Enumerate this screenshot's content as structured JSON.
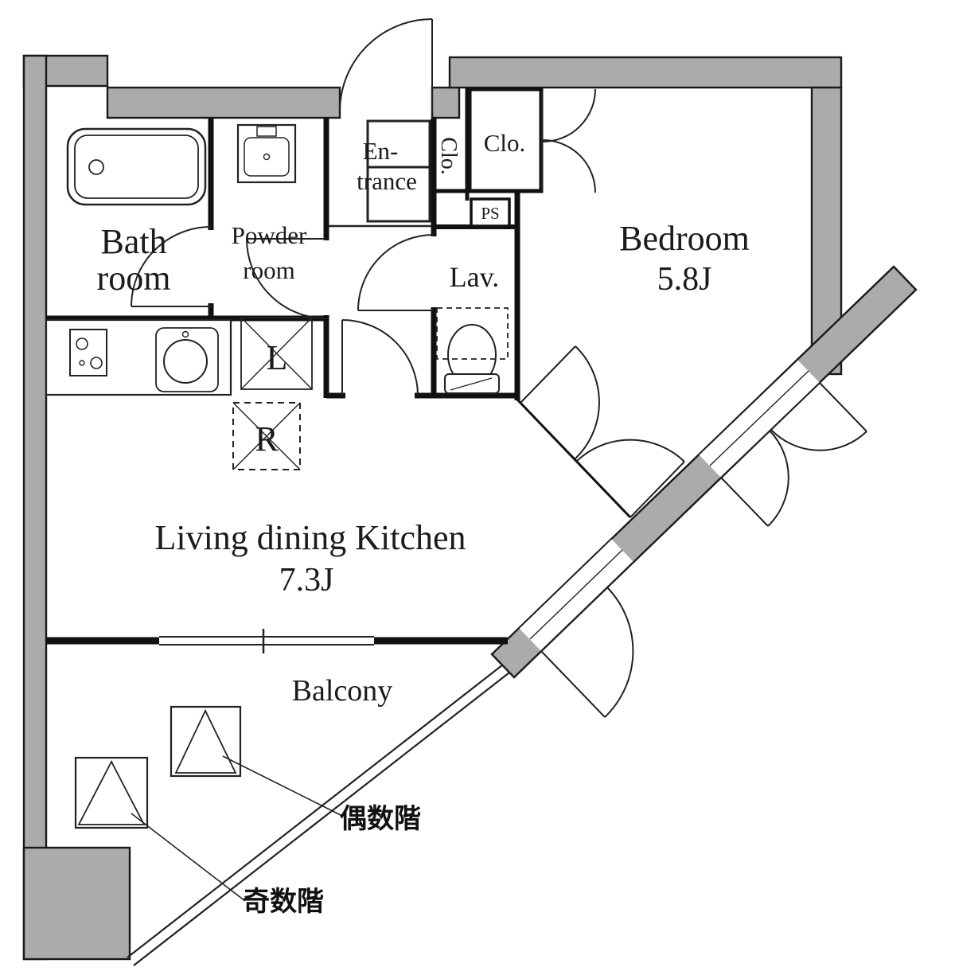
{
  "colors": {
    "wall_fill": "#ababab",
    "outline": "#1a1a1a",
    "background": "#ffffff"
  },
  "rooms": {
    "bathroom": {
      "label_line1": "Bath",
      "label_line2": "room"
    },
    "powder_room": {
      "label_line1": "Powder",
      "label_line2": "room"
    },
    "entrance": {
      "label_line1": "En-",
      "label_line2": "trance"
    },
    "closet_hall": {
      "label": "Clo."
    },
    "closet_bedroom": {
      "label": "Clo."
    },
    "pipe_space": {
      "label": "PS"
    },
    "lavatory": {
      "label": "Lav."
    },
    "bedroom": {
      "label": "Bedroom",
      "size": "5.8J"
    },
    "living_dining_kitchen": {
      "label": "Living dining Kitchen",
      "size": "7.3J"
    },
    "balcony": {
      "label": "Balcony"
    }
  },
  "fixtures": {
    "laundry_space": {
      "label": "L"
    },
    "refrigerator_space": {
      "label": "R"
    }
  },
  "annotations": {
    "even_floor": {
      "label": "偶数階"
    },
    "odd_floor": {
      "label": "奇数階"
    }
  }
}
